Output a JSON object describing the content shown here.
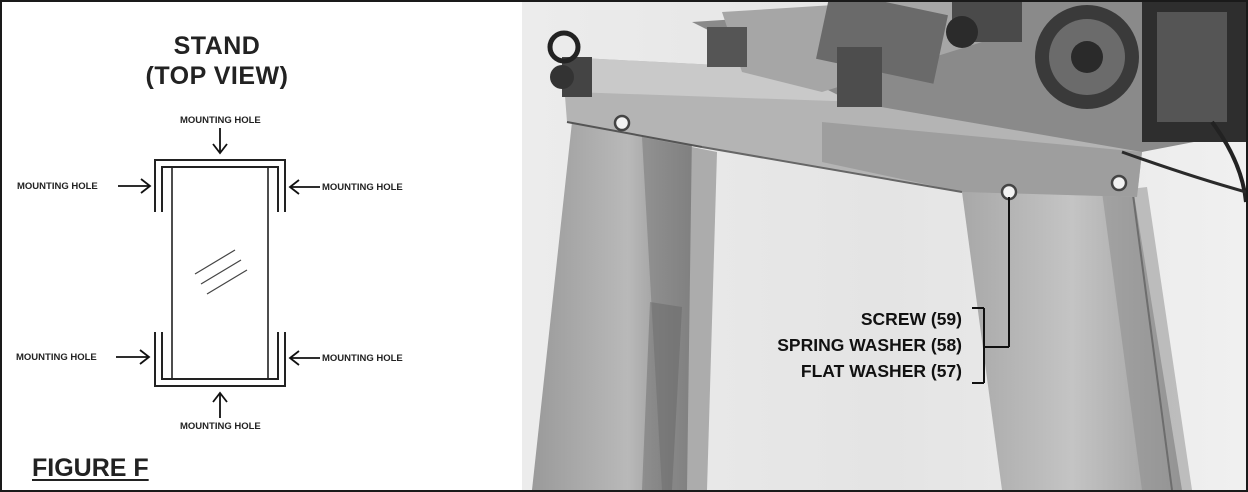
{
  "stand": {
    "title_line1": "STAND",
    "title_line2": "(TOP VIEW)",
    "labels": {
      "top": "MOUNTING HOLE",
      "upper_left": "MOUNTING HOLE",
      "upper_right": "MOUNTING HOLE",
      "lower_left": "MOUNTING HOLE",
      "lower_right": "MOUNTING HOLE",
      "bottom": "MOUNTING HOLE"
    }
  },
  "figure_label": "FIGURE F",
  "callouts": {
    "screw": "SCREW (59)",
    "spring_washer": "SPRING WASHER (58)",
    "flat_washer": "FLAT WASHER (57)"
  }
}
